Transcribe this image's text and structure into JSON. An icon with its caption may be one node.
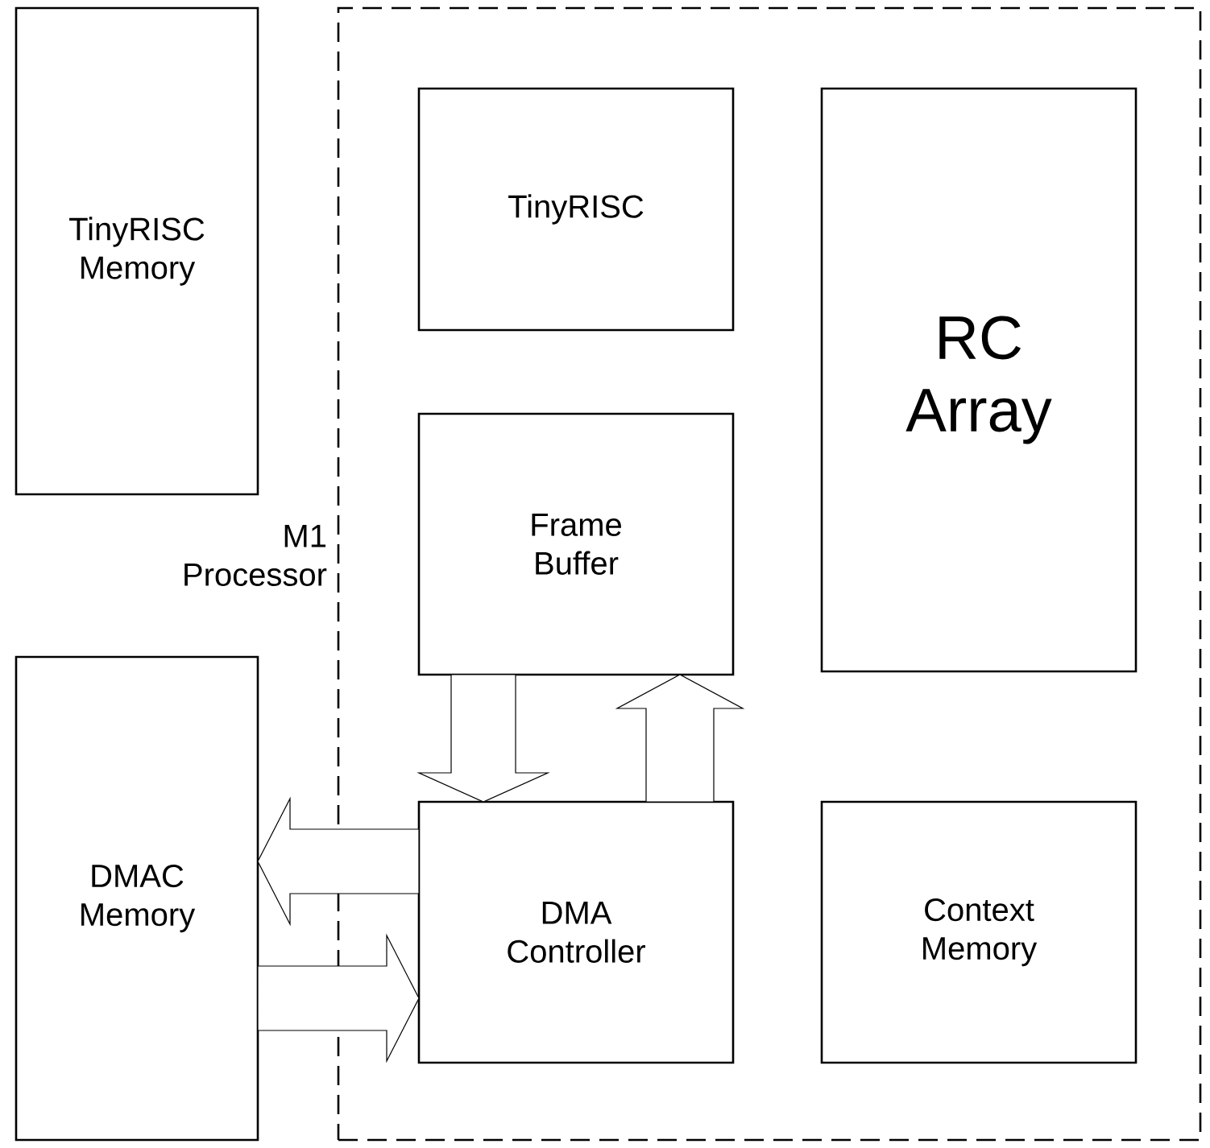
{
  "diagram": {
    "nodes": [
      {
        "text": [
          "TinyRISC Memory"
        ]
      },
      {
        "text": [
          "M1 Processor"
        ]
      },
      {
        "text": [
          "TinyRISC"
        ],
        "in": 1
      },
      {
        "text": [
          "RC Array"
        ],
        "in": 1
      },
      {
        "text": [
          "Frame Buffer"
        ],
        "in": 1
      },
      {
        "text": [
          "DMA Controller"
        ],
        "in": 1
      },
      {
        "text": [
          "Context Memory"
        ],
        "in": 1
      },
      {
        "text": [
          "DMAC Memory"
        ]
      }
    ],
    "edges": [
      {
        "from": 4,
        "to": 5,
        "arrow": "to"
      },
      {
        "from": 5,
        "to": 4,
        "arrow": "to"
      },
      {
        "from": 5,
        "to": 7,
        "arrow": "to"
      },
      {
        "from": 7,
        "to": 5,
        "arrow": "to"
      }
    ]
  }
}
